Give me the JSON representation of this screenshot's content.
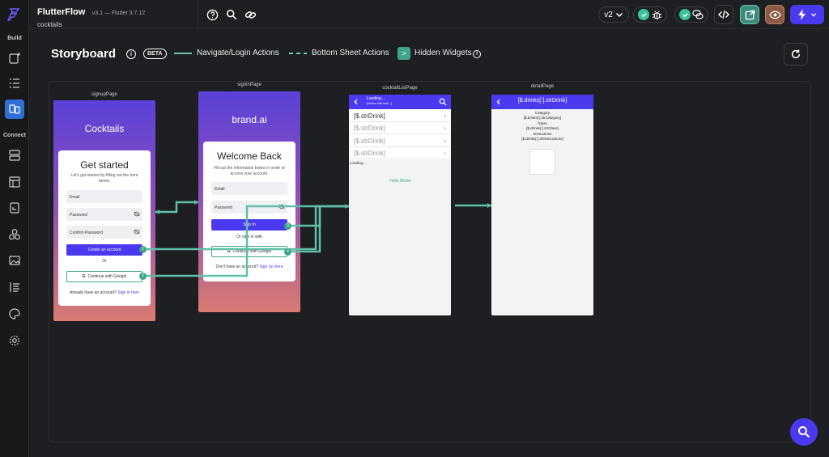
{
  "app": {
    "name": "FlutterFlow",
    "version": "v3.1 — Flutter 3.7.12",
    "project": "cocktails"
  },
  "rail": {
    "build_label": "Build",
    "connect_label": "Connect"
  },
  "topbar": {
    "version_pill": "v2"
  },
  "storyboard": {
    "title": "Storyboard",
    "beta": "BETA",
    "legend": {
      "navigate": "Navigate/Login Actions",
      "bottom_sheet": "Bottom Sheet Actions",
      "hidden": "Hidden Widgets",
      "hidden_icon": ">"
    }
  },
  "pages": {
    "signup": {
      "label": "signupPage",
      "brand": "Cocktails",
      "heading": "Get started",
      "subtitle": "Let's get started by filling out the form below.",
      "email": "Email",
      "password": "Password",
      "confirm": "Confirm Password",
      "create_btn": "Create an account",
      "or": "Or",
      "google_btn": "Continue with Google",
      "have_account": "Already have an account?",
      "sign_in_link": "Sign in here"
    },
    "signin": {
      "label": "signinPage",
      "brand": "brand.ai",
      "heading": "Welcome Back",
      "subtitle": "Fill out the information below in order to access your account.",
      "email": "Email",
      "password": "Password",
      "sign_in_btn": "Sign In",
      "or_sign_in": "Or sign in with",
      "google_btn": "Continue with Google",
      "no_account": "Don't have an account?",
      "sign_up_link": "Sign Up here"
    },
    "cocktaillist": {
      "label": "cocktailListPage",
      "appbar_title": "Loading...",
      "appbar_sub": "[Some hint text...]",
      "rows": [
        "[$.strDrink]",
        "[$.strDrink]",
        "[$.strDrink]",
        "[$.strDrink]"
      ],
      "loading": "Loading...",
      "hello": "Hello World"
    },
    "detail": {
      "label": "detailPage",
      "appbar_title": "[$.drinks[:].strDrink]",
      "category_label": "Category",
      "category_value": "[$.drinks[:].strCategory]",
      "glass_label": "Glass",
      "glass_value": "[$.drinks[:].strGlass]",
      "instructions_label": "Instructions",
      "instructions_value": "[$.drinks[:].strInstructions]"
    }
  },
  "badges": {
    "n1": "1",
    "n2": "2",
    "n3": "3",
    "n4": "4"
  },
  "colors": {
    "accent": "#4b39ef",
    "teal": "#3fa58a",
    "bg": "#1d1f22"
  }
}
